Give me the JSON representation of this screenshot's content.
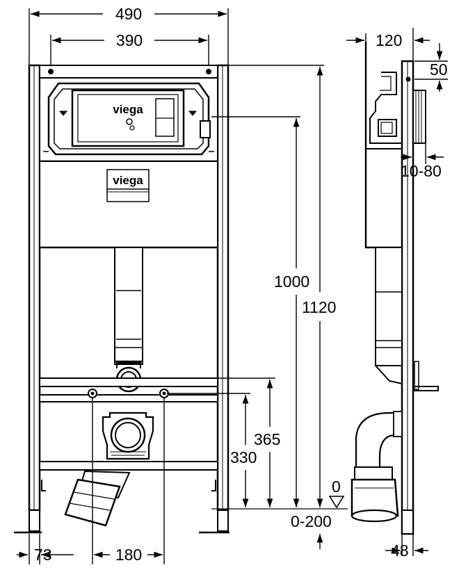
{
  "brand": {
    "logo_text": "viega"
  },
  "dimensions": {
    "width_outer": "490",
    "width_inner": "390",
    "height_1000": "1000",
    "height_1120": "1120",
    "height_365": "365",
    "height_330": "330",
    "floor_zero": "0",
    "floor_range": "0-200",
    "foot_offset": "73",
    "outlet_spacing": "180",
    "depth_120": "120",
    "depth_50": "50",
    "wall_range": "10-80",
    "depth_48": "48"
  },
  "colors": {
    "line": "#000000",
    "background": "#ffffff"
  }
}
